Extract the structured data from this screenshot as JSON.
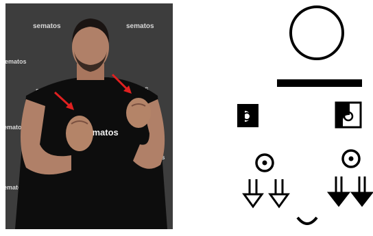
{
  "photo": {
    "watermark_text": "sematos",
    "shirt_logo_text": "sematos",
    "arrow_color": "#e02020",
    "background_color": "#3b3b3b",
    "shirt_color": "#0d0d0d",
    "skin_color": "#b08068"
  },
  "notation": {
    "stroke_color": "#000000",
    "symbols": [
      "head-circle",
      "shoulder-line",
      "left-hand-square",
      "right-hand-square",
      "left-contact-ring",
      "right-contact-ring",
      "left-movement-arrows-outline",
      "right-movement-arrows-filled",
      "mouth-arc"
    ]
  }
}
